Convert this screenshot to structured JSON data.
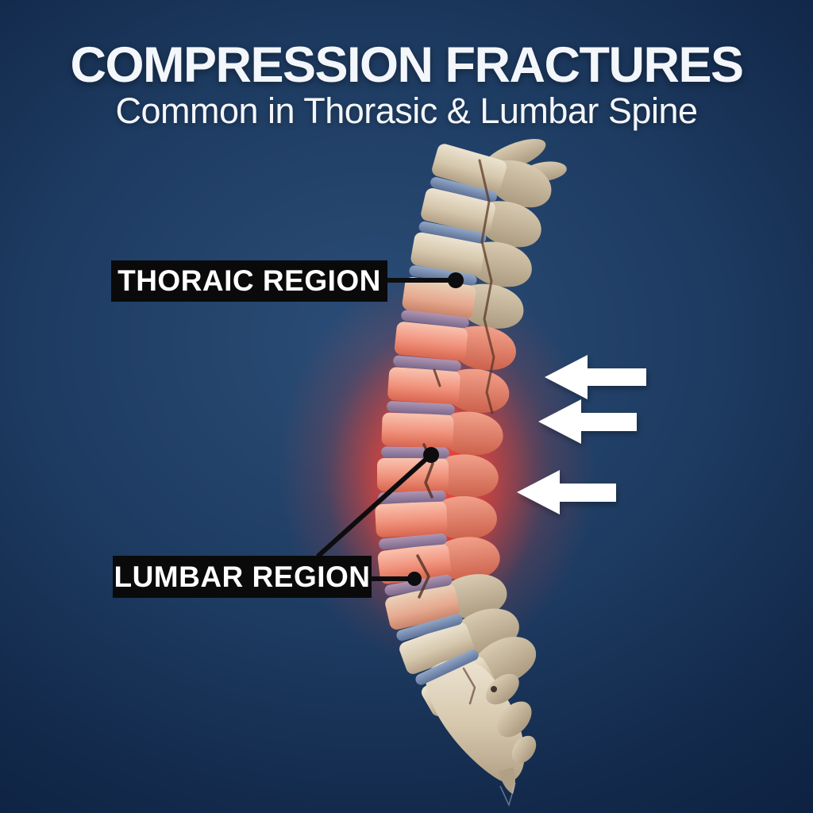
{
  "header": {
    "title": "COMPRESSION FRACTURES",
    "subtitle": "Common in Thorasic & Lumbar Spine"
  },
  "callouts": {
    "thoracic": {
      "label": "THORAIC REGION"
    },
    "lumbar": {
      "label": "LUMBAR REGION"
    }
  },
  "illustration": {
    "subject": "lateral spine with highlighted fracture region",
    "highlighted_region": "thoracolumbar",
    "arrows": {
      "count": 3,
      "direction": "left"
    }
  },
  "colors": {
    "bg_center": "#2b4d77",
    "bg_mid": "#1e3c62",
    "bg_edge": "#132a4c",
    "bg_corner": "#0d2140",
    "title_text": "#f3f6fa",
    "label_bg": "#0a0a0b",
    "label_text": "#ffffff",
    "leader_line": "#0d0d0f",
    "arrow": "#ffffff",
    "bone_light": "#ece3d1",
    "bone_mid": "#d5c7ac",
    "bone_dark": "#b2a086",
    "proc_bone_light": "#d8cbb1",
    "proc_bone_dark": "#ab9a80",
    "disc_light": "#92a7c6",
    "disc_dark": "#60739a",
    "red_glow": "#ff4433",
    "red_light": "#f9c3b0",
    "red_mid": "#f0927c",
    "red_dark": "#d8664f",
    "fade_light": "#e9d3ba",
    "fade_mid": "#e6a98f",
    "fade_dark": "#c9846a",
    "proc_red_light": "#f2a18b",
    "proc_red_dark": "#cc614b",
    "disc_red_light": "#b195b2",
    "disc_red_dark": "#7b6a8e",
    "crack": "#55301f"
  }
}
